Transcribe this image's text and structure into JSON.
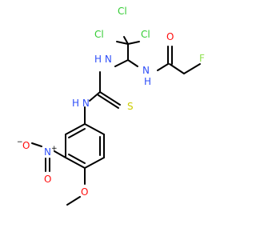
{
  "structure": {
    "atoms": {
      "cl1": {
        "text": "Cl",
        "color": "#33cc33"
      },
      "cl2": {
        "text": "Cl",
        "color": "#33cc33"
      },
      "cl3": {
        "text": "Cl",
        "color": "#33cc33"
      },
      "nh_amide": {
        "text": "N",
        "h": "H",
        "color": "#3050f8"
      },
      "o_amide": {
        "text": "O",
        "color": "#ff0d0d"
      },
      "f": {
        "text": "F",
        "color": "#90e050"
      },
      "nh_left": {
        "text": "N",
        "h": "H",
        "color": "#3050f8"
      },
      "s": {
        "text": "S",
        "color": "#cccc00"
      },
      "nh_aryl": {
        "text": "N",
        "h": "H",
        "color": "#3050f8"
      },
      "o_minus": {
        "text": "O",
        "charge": "−",
        "color": "#ff0d0d"
      },
      "n_plus": {
        "text": "N",
        "charge": "+",
        "color": "#3050f8"
      },
      "o_nitro": {
        "text": "O",
        "color": "#ff0d0d"
      },
      "o_ether": {
        "text": "O",
        "color": "#ff0d0d"
      }
    }
  }
}
